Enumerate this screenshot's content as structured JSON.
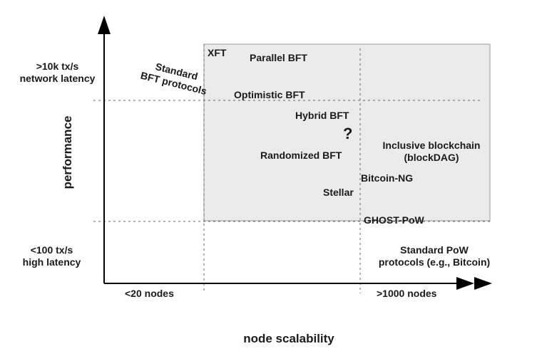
{
  "axes": {
    "y_label": "performance",
    "x_label": "node scalability",
    "y_high": ">10k tx/s\nnetwork latency",
    "y_low": "<100 tx/s\nhigh latency",
    "x_low": "<20 nodes",
    "x_high": ">1000 nodes"
  },
  "region": {
    "fill": "#ebebeb",
    "border": "#999999"
  },
  "protocols": {
    "xft": "XFT",
    "parallel_bft": "Parallel BFT",
    "standard_bft": "Standard\nBFT protocols",
    "optimistic_bft": "Optimistic BFT",
    "hybrid_bft": "Hybrid BFT",
    "question": "?",
    "randomized_bft": "Randomized BFT",
    "inclusive": "Inclusive blockchain\n(blockDAG)",
    "bitcoin_ng": "Bitcoin-NG",
    "stellar": "Stellar",
    "ghost_pow": "GHOST-PoW",
    "standard_pow": "Standard PoW\nprotocols (e.g., Bitcoin)"
  },
  "colors": {
    "text": "#1a1a1a",
    "axis": "#000000",
    "dashed": "#666666"
  }
}
